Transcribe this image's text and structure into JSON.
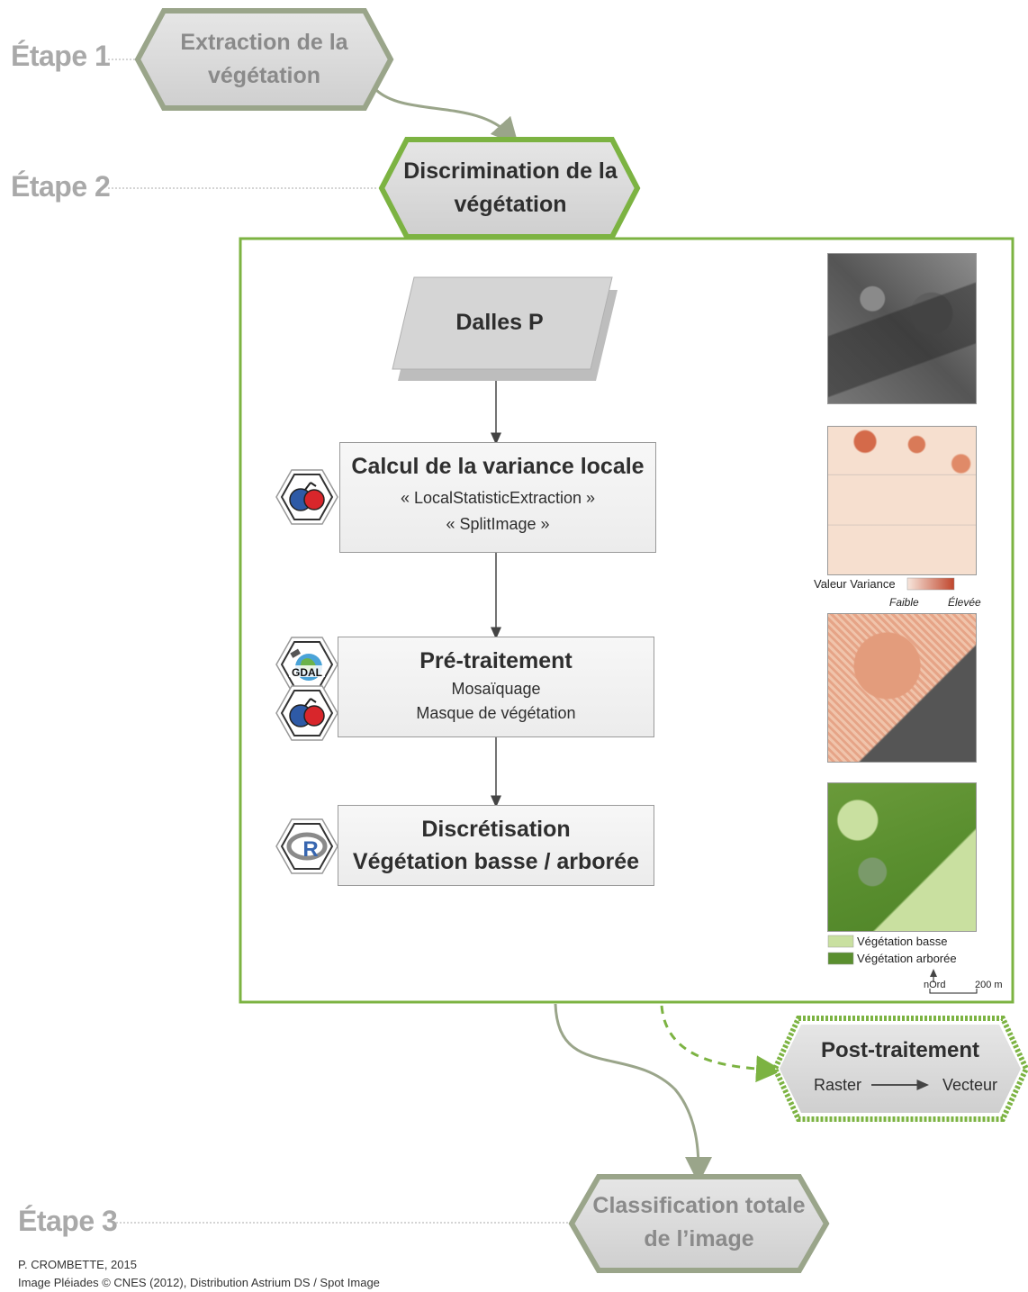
{
  "stages": {
    "stage1": "Étape 1",
    "stage2": "Étape 2",
    "stage3": "Étape 3"
  },
  "nodes": {
    "extraction": [
      "Extraction de la",
      "végétation"
    ],
    "discrimination": [
      "Discrimination de la",
      "végétation"
    ],
    "dalles": "Dalles P",
    "variance": {
      "title": "Calcul de la variance locale",
      "lines": [
        "« LocalStatisticExtraction »",
        "« SplitImage »"
      ]
    },
    "pretraitement": {
      "title": "Pré-traitement",
      "lines": [
        "Mosaïquage",
        "Masque de végétation"
      ]
    },
    "discretisation": {
      "title": "Discrétisation",
      "subtitle": "Végétation basse / arborée"
    },
    "post": {
      "title": "Post-traitement",
      "from": "Raster",
      "to": "Vecteur"
    },
    "classification": [
      "Classification totale",
      "de l’image"
    ]
  },
  "icons": {
    "otb": "otb-logo-icon",
    "gdal": "gdal-logo-icon",
    "gdal_label": "GDAL",
    "r": "r-logo-icon",
    "r_label": "R"
  },
  "legends": {
    "variance": {
      "label": "Valeur Variance",
      "low": "Faible",
      "high": "Élevée"
    },
    "vegetation": {
      "basse": "Végétation basse",
      "arboree": "Végétation arborée"
    },
    "north": "nOrd",
    "scale": "200 m"
  },
  "credits": {
    "author": "P. CROMBETTE, 2015",
    "image": "Image Pléiades © CNES (2012), Distribution Astrium DS / Spot Image"
  },
  "colors": {
    "green": "#7cb342",
    "grey_hex_border": "#9aa58a",
    "hex_fill": "#d9d9d9",
    "veg_low": "#c9e0a0",
    "veg_high": "#5a8f2f",
    "variance_low": "#f7dccb",
    "variance_high": "#c8553a"
  }
}
